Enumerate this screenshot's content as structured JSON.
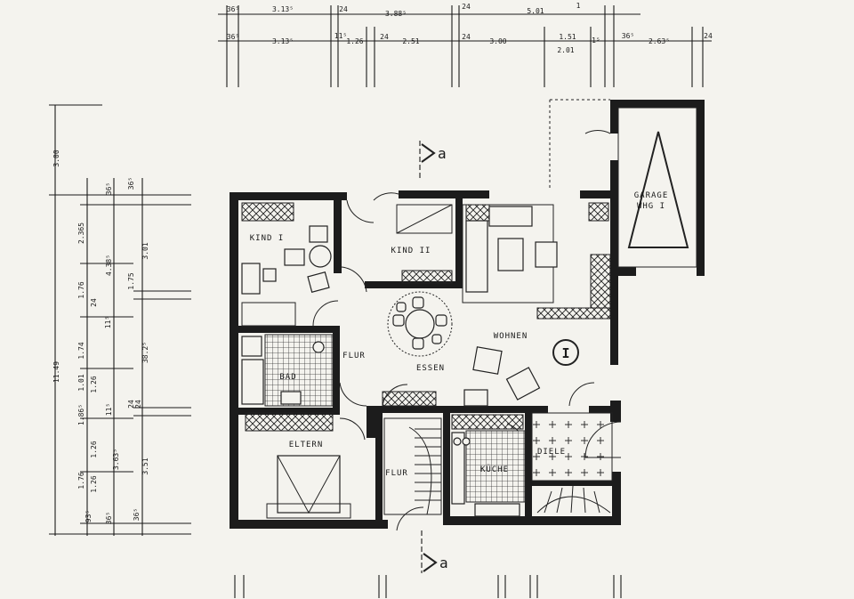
{
  "rooms": {
    "kind1": "KIND I",
    "kind2": "KIND II",
    "wohnen": "WOHNEN",
    "essen": "ESSEN",
    "bad": "BAD",
    "flur_top": "FLUR",
    "eltern": "ELTERN",
    "flur_bottom": "FLUR",
    "kueche": "KÜCHE",
    "diele": "DIELE",
    "garage_line1": "GARAGE",
    "garage_line2": "WHG I"
  },
  "unit_marker": "I",
  "section_marks": {
    "top": "a",
    "bottom": "a"
  },
  "dims_top_row1": [
    "36⁵",
    "3.13⁵",
    "24",
    "3.88⁵",
    "24",
    "5.01",
    "1"
  ],
  "dims_top_row2": [
    "36⁵",
    "3.13⁵",
    "11⁵",
    "1.26",
    "24",
    "2.51",
    "24",
    "3.00",
    "1.51",
    "2.01",
    "1⁵",
    "36⁵",
    "2.63⁵",
    "24"
  ],
  "dims_left_overall": [
    "3.00",
    "11.49"
  ],
  "dims_left_col1": [
    "2.365",
    "1.76",
    "1.74",
    "1.86⁵",
    "1.76",
    "93⁵"
  ],
  "dims_left_col2": [
    "4.38⁵",
    "24",
    "1.26",
    "1.01",
    "3.63⁵",
    "1.26",
    "36⁵"
  ],
  "dims_left_col3": [
    "36⁵",
    "3.01",
    "1.75",
    "38.2⁵",
    "11⁵",
    "24",
    "3.51",
    "36⁵"
  ],
  "dims_left_small": [
    "36⁵",
    "1.26",
    "11⁵",
    "24"
  ],
  "colors": {
    "wall": "#1c1c1c",
    "paper": "#f4f3ee",
    "ink": "#1a1a1a"
  }
}
